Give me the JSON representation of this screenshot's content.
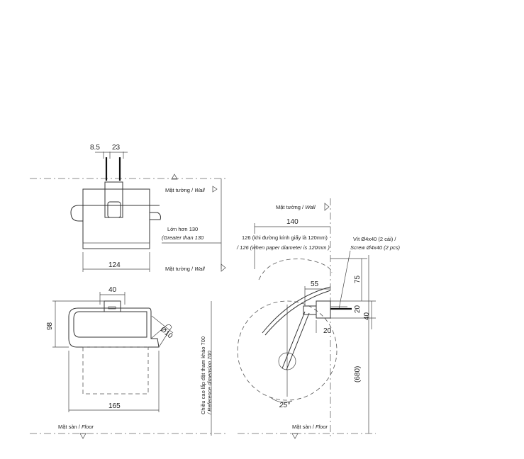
{
  "top_view": {
    "dim_8_5": "8.5",
    "dim_23": "23",
    "wall_top": {
      "vn": "Mặt tường / ",
      "en": "Wall"
    },
    "greater_vn": "Lớn hơn 130",
    "greater_en": "(Greater than 130",
    "wall_bottom": {
      "vn": "Mặt tường / ",
      "en": "Wall"
    },
    "dim_124": "124"
  },
  "front_view": {
    "dim_40": "40",
    "dim_98": "98",
    "dim_phi10": "Ø10",
    "dim_165": "165",
    "floor": {
      "vn": "Mặt sàn / ",
      "en": "Floor"
    },
    "height_vn": "Chiều cao lắp đặt tham khảo 700",
    "height_en": "/ Reference dimension 700"
  },
  "side_view": {
    "wall": {
      "vn": "Mặt tường / ",
      "en": "Wall"
    },
    "dim_140": "140",
    "note_vn": "126 (khi đường kính giấy là 120mm)",
    "note_en": "/ 126 (when  paper diameter is 120mm )",
    "screw_vn": "Vít Ø4x40 (2 cái) /",
    "screw_en": "Screw Ø4x40 (2 pcs)",
    "dim_55": "55",
    "dim_75": "75",
    "dim_20a": "20",
    "dim_40": "40",
    "dim_20b": "20",
    "dim_680": "(680)",
    "angle": "25°",
    "floor": {
      "vn": "Mặt sàn / ",
      "en": "Floor"
    }
  }
}
